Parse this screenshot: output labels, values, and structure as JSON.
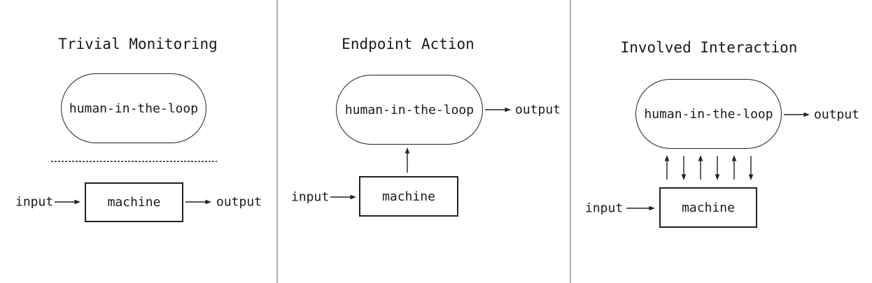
{
  "diagram": {
    "colors": {
      "line": "#222222",
      "text": "#1a1a1a",
      "panel_divider": "#b0b0b0",
      "dashed_separator": "#555555",
      "background": "#ffffff"
    },
    "panels": [
      {
        "id": "trivial-monitoring",
        "title": "Trivial Monitoring",
        "human_node": "human-in-the-loop",
        "machine_node": "machine",
        "input_label": "input",
        "output_label": "output",
        "human_machine_link": "dashed separator (no interaction)",
        "output_source": "machine"
      },
      {
        "id": "endpoint-action",
        "title": "Endpoint Action",
        "human_node": "human-in-the-loop",
        "machine_node": "machine",
        "input_label": "input",
        "output_label": "output",
        "human_machine_link": "single upward arrow machine to human",
        "output_source": "human-in-the-loop"
      },
      {
        "id": "involved-interaction",
        "title": "Involved Interaction",
        "human_node": "human-in-the-loop",
        "machine_node": "machine",
        "input_label": "input",
        "output_label": "output",
        "human_machine_link": "alternating bidirectional arrows",
        "output_source": "human-in-the-loop",
        "exchange_arrows": [
          "up",
          "down",
          "up",
          "down",
          "up",
          "down"
        ]
      }
    ]
  }
}
